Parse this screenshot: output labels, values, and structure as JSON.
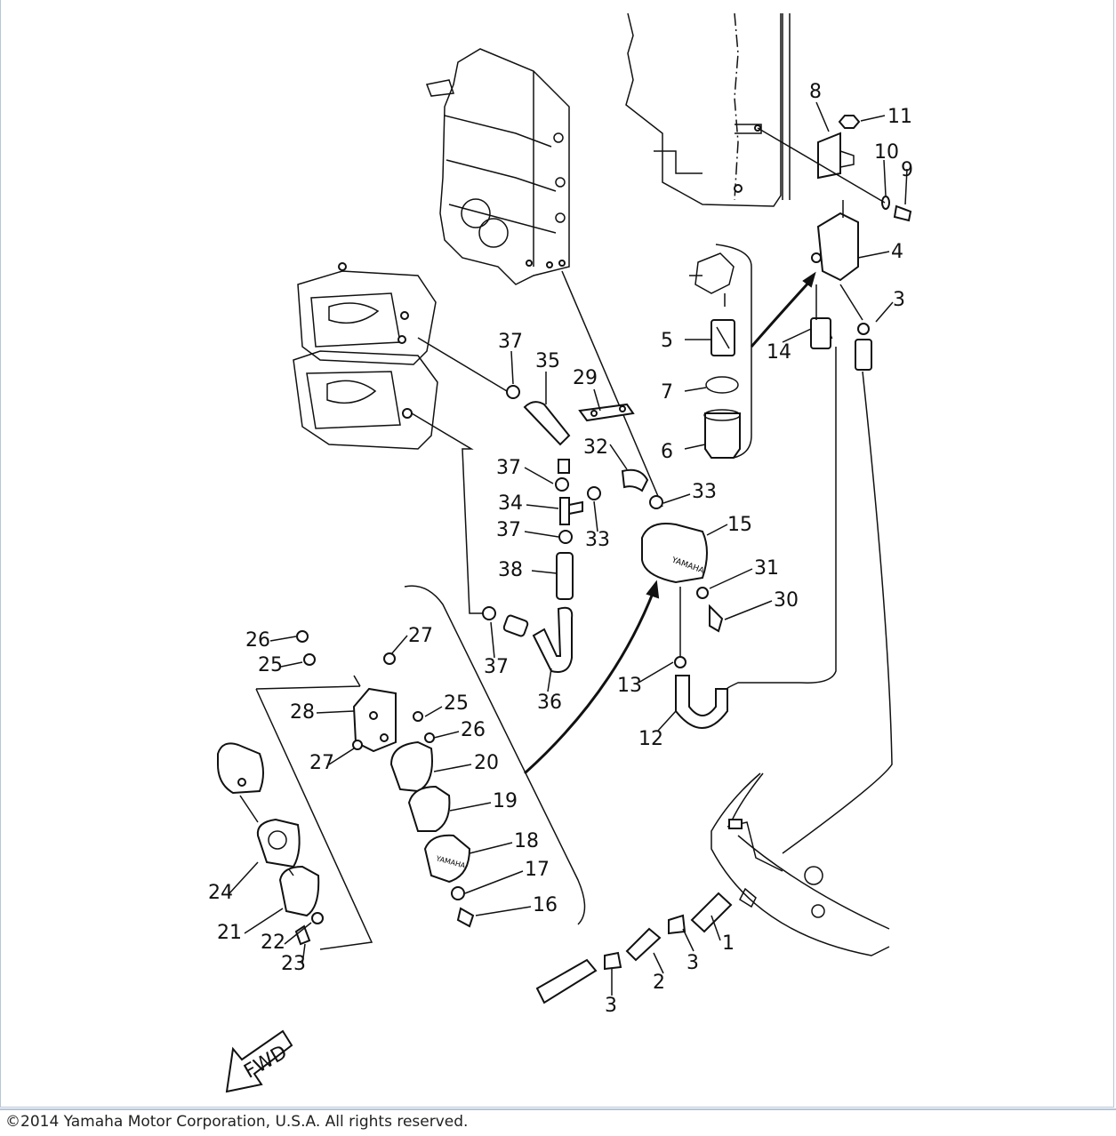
{
  "diagram": {
    "part_numbers": [
      "1",
      "2",
      "3",
      "3",
      "3",
      "4",
      "5",
      "6",
      "7",
      "8",
      "9",
      "10",
      "11",
      "12",
      "13",
      "14",
      "15",
      "16",
      "17",
      "18",
      "19",
      "20",
      "21",
      "22",
      "23",
      "24",
      "25",
      "25",
      "26",
      "26",
      "27",
      "27",
      "28",
      "29",
      "30",
      "31",
      "32",
      "33",
      "33",
      "34",
      "35",
      "36",
      "37",
      "37",
      "37",
      "37",
      "38"
    ],
    "fwd_label": "FWD",
    "icons": [
      "fwd-arrow-icon"
    ]
  },
  "footer": {
    "copyright": "©2014 Yamaha Motor Corporation, U.S.A. All rights reserved."
  }
}
